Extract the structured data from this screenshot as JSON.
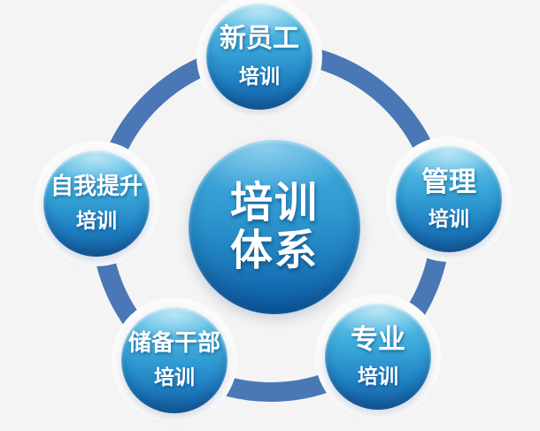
{
  "diagram": {
    "type": "hub-and-spoke",
    "center": {
      "line1": "培训",
      "line2": "体系"
    },
    "nodes": [
      {
        "id": "new-employee",
        "line1": "新员工",
        "line2": "培训",
        "position": "top"
      },
      {
        "id": "management",
        "line1": "管理",
        "line2": "培训",
        "position": "right"
      },
      {
        "id": "professional",
        "line1": "专业",
        "line2": "培训",
        "position": "bottom-right"
      },
      {
        "id": "reserve-cadre",
        "line1": "储备干部",
        "line2": "培训",
        "position": "bottom-left"
      },
      {
        "id": "self-improvement",
        "line1": "自我提升",
        "line2": "培训",
        "position": "left"
      }
    ],
    "colors": {
      "background": "#f4f4f4",
      "ring": "#4a77b5",
      "node_ball_top": "#6fcdee",
      "node_ball_bottom": "#155e9e",
      "center_ball_top": "#47b3e3",
      "center_ball_bottom": "#0c5ca5",
      "text": "#ffffff"
    }
  }
}
